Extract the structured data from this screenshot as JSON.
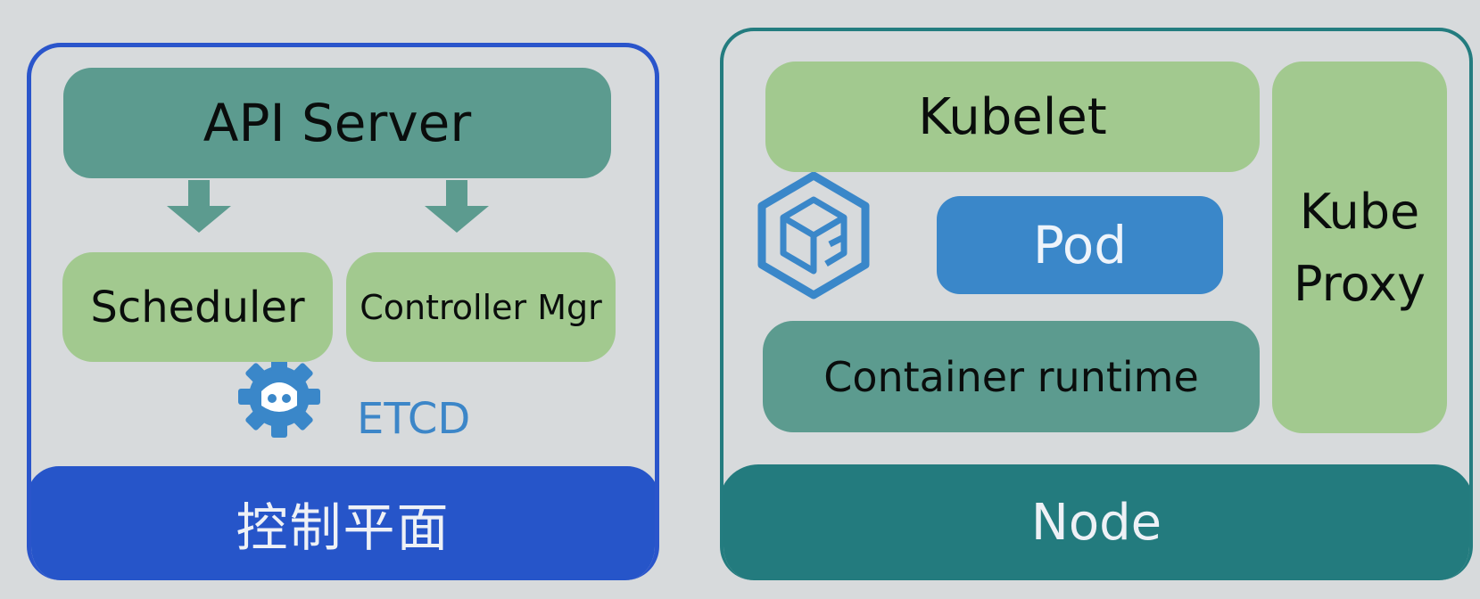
{
  "control_plane": {
    "api_server": "API Server",
    "scheduler": "Scheduler",
    "controller_mgr": "Controller Mgr",
    "etcd": "ETCD",
    "footer": "控制平面",
    "icons": [
      "arrow-down-icon",
      "etcd-logo-icon"
    ]
  },
  "node": {
    "kubelet": "Kubelet",
    "pod": "Pod",
    "container_runtime": "Container runtime",
    "kube_proxy_line1": "Kube",
    "kube_proxy_line2": "Proxy",
    "footer": "Node",
    "icons": [
      "container-cube-logo-icon"
    ]
  },
  "colors": {
    "control_plane_blue": "#2655c9",
    "node_teal": "#237b7e",
    "component_teal": "#5c9b8f",
    "component_green": "#a2c98f",
    "accent_blue": "#3a87c9"
  }
}
